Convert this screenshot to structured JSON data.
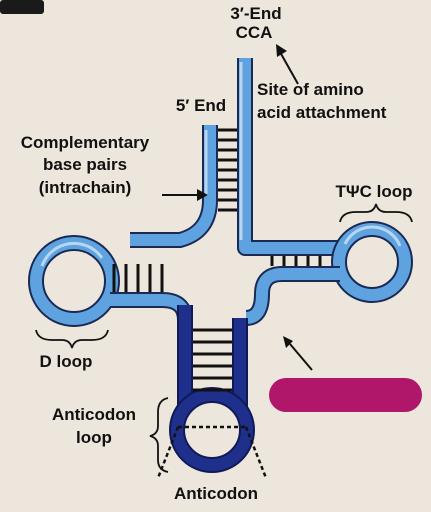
{
  "labels": {
    "three_end_line1": "3′-End",
    "three_end_line2": "CCA",
    "five_end": "5′ End",
    "site_line1": "Site of amino",
    "site_line2": "acid attachment",
    "comp_line1": "Complementary",
    "comp_line2": "base pairs",
    "comp_line3": "(intrachain)",
    "tpsic_loop": "TΨC loop",
    "d_loop": "D loop",
    "anticodon_loop_line1": "Anticodon",
    "anticodon_loop_line2": "loop",
    "anticodon": "Anticodon"
  },
  "colors": {
    "background": "#ede6dc",
    "strand_light": "#5ea3e0",
    "strand_dark": "#1e2f8c",
    "strand_outline": "#1a2a55",
    "highlight": "#b8d6f0",
    "redaction_mark": "#b0166a",
    "text": "#111111"
  }
}
